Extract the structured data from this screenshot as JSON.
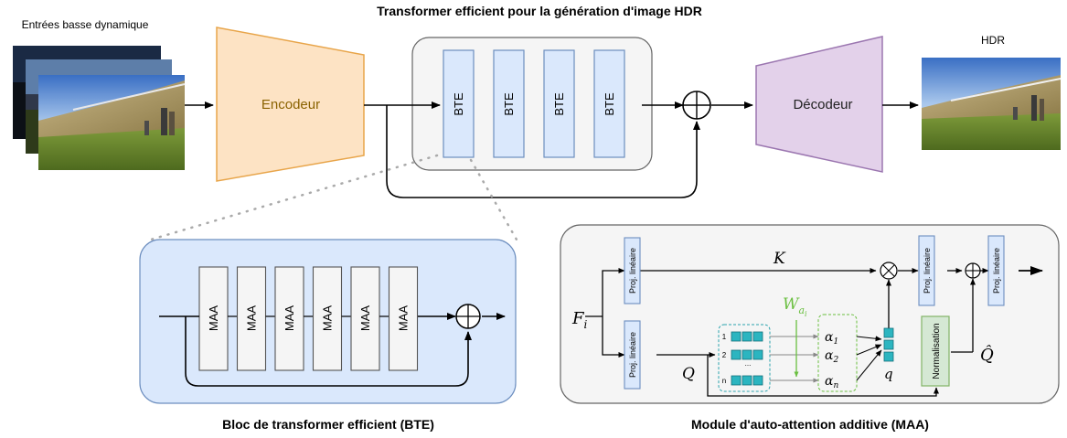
{
  "title": "Transformer efficient pour la génération d'image HDR",
  "input_label": "Entrées basse dynamique",
  "output_label": "HDR",
  "encoder_label": "Encodeur",
  "decoder_label": "Décodeur",
  "bte_blocks": [
    "BTE",
    "BTE",
    "BTE",
    "BTE"
  ],
  "bte_panel": {
    "caption": "Bloc de transformer efficient (BTE)",
    "maa_blocks": [
      "MAA",
      "MAA",
      "MAA",
      "MAA",
      "MAA",
      "MAA"
    ]
  },
  "maa_panel": {
    "caption": "Module d'auto-attention additive (MAA)",
    "input_symbol": "F",
    "input_subscript": "i",
    "key_symbol": "K",
    "query_symbol": "Q",
    "query_hat_symbol": "Q̂",
    "q_symbol": "q",
    "weight_symbol": "W",
    "weight_subscript": "a",
    "weight_subsubscript": "i",
    "proj_label": "Proj. linéaire",
    "norm_label": "Normalisation",
    "row_indices": [
      "1",
      "2",
      "...",
      "n"
    ],
    "alpha_symbol": "α",
    "alpha_subscripts": [
      "1",
      "2",
      "n"
    ]
  },
  "colors": {
    "encoder_fill": "#fde3c4",
    "encoder_stroke": "#e8a54a",
    "encoder_text": "#8a6200",
    "decoder_fill": "#e3d1ea",
    "decoder_stroke": "#9b76b0",
    "bte_fill": "#dae8fc",
    "bte_stroke": "#6c8ebf",
    "panel_blue": "#dae8fc",
    "panel_gray": "#f5f5f5",
    "norm_fill": "#d5e8d4",
    "norm_stroke": "#82b366",
    "token_fill": "#2cb5c0",
    "weight_green": "#6abf40"
  }
}
